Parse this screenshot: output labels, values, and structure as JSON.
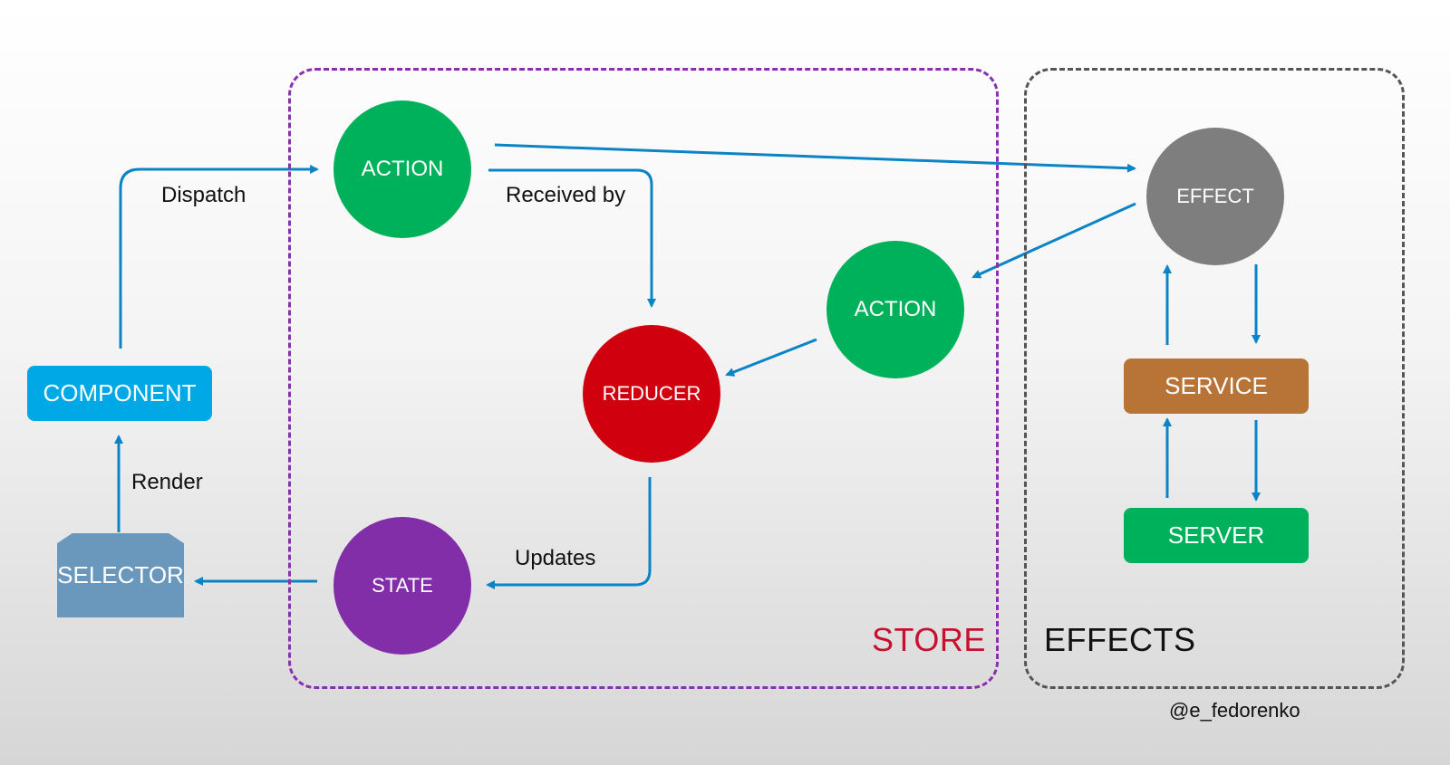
{
  "groups": {
    "store": {
      "label": "STORE",
      "label_color": "#c8102e",
      "border_color": "#8a2fae"
    },
    "effects": {
      "label": "EFFECTS",
      "label_color": "#111111",
      "border_color": "#555555"
    }
  },
  "nodes": {
    "action_dispatched": {
      "label": "ACTION",
      "color": "#00b15b",
      "shape": "circle"
    },
    "action_from_effect": {
      "label": "ACTION",
      "color": "#00b15b",
      "shape": "circle"
    },
    "reducer": {
      "label": "REDUCER",
      "color": "#d0000e",
      "shape": "circle"
    },
    "state": {
      "label": "STATE",
      "color": "#822ea8",
      "shape": "circle"
    },
    "effect": {
      "label": "EFFECT",
      "color": "#7e7e7e",
      "shape": "circle"
    },
    "component": {
      "label": "COMPONENT",
      "color": "#00a8e6",
      "shape": "rounded-rect"
    },
    "selector": {
      "label": "SELECTOR",
      "color": "#6a98bd",
      "shape": "clipped-rect"
    },
    "service": {
      "label": "SERVICE",
      "color": "#b87436",
      "shape": "rounded-rect"
    },
    "server": {
      "label": "SERVER",
      "color": "#00b15b",
      "shape": "rounded-rect"
    }
  },
  "edges": [
    {
      "from": "component",
      "to": "action_dispatched",
      "label": "Dispatch"
    },
    {
      "from": "action_dispatched",
      "to": "reducer",
      "label": "Received by"
    },
    {
      "from": "action_dispatched",
      "to": "effect",
      "label": ""
    },
    {
      "from": "effect",
      "to": "action_from_effect",
      "label": ""
    },
    {
      "from": "action_from_effect",
      "to": "reducer",
      "label": ""
    },
    {
      "from": "reducer",
      "to": "state",
      "label": "Updates"
    },
    {
      "from": "state",
      "to": "selector",
      "label": ""
    },
    {
      "from": "selector",
      "to": "component",
      "label": "Render"
    },
    {
      "from": "effect",
      "to": "service",
      "label": ""
    },
    {
      "from": "service",
      "to": "effect",
      "label": ""
    },
    {
      "from": "service",
      "to": "server",
      "label": ""
    },
    {
      "from": "server",
      "to": "service",
      "label": ""
    }
  ],
  "edge_labels": {
    "dispatch": "Dispatch",
    "received_by": "Received by",
    "render": "Render",
    "updates": "Updates"
  },
  "colors": {
    "arrow": "#0a84c6"
  },
  "credit": "@e_fedorenko"
}
